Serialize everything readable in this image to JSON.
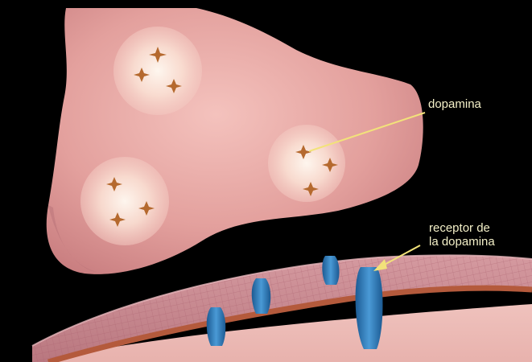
{
  "labels": {
    "dopamine": "dopamina",
    "receptor_line1": "receptor de",
    "receptor_line2": "la dopamina"
  },
  "colors": {
    "background": "#000000",
    "presynaptic_terminal": "#e6a6a3",
    "membrane": "#c98a90",
    "membrane_edge": "#b45a3c",
    "receptor": "#2e79b8",
    "vesicle_glow": "#fff3e6",
    "neurotransmitter": "#b5692e",
    "pointer_line": "#f2e27a",
    "label_text": "#f4f0c8"
  }
}
